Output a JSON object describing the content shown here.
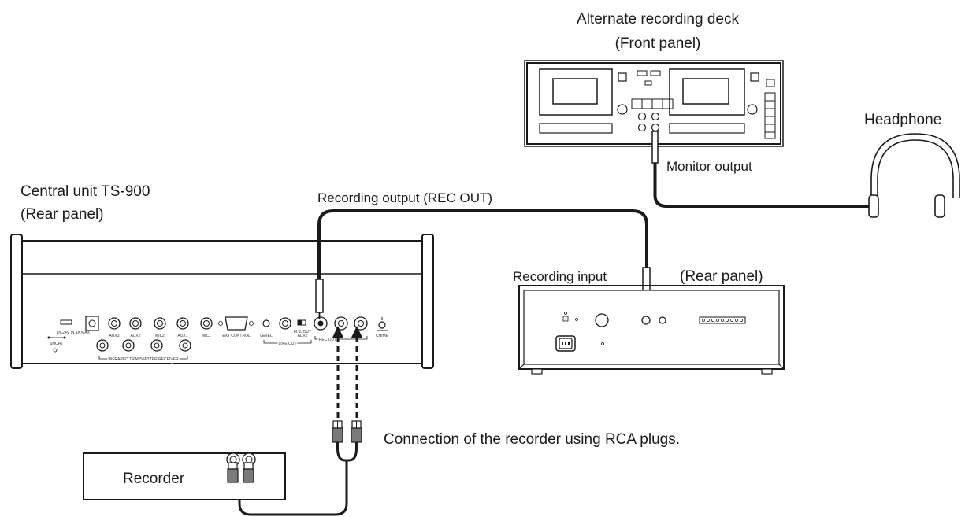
{
  "labels": {
    "alternate_deck": "Alternate recording deck",
    "front_panel": "(Front panel)",
    "headphone": "Headphone",
    "monitor_output": "Monitor output",
    "central_unit": "Central unit  TS-900",
    "rear_panel_central": "(Rear panel)",
    "recording_output": "Recording output (REC OUT)",
    "recording_input": "Recording input",
    "rear_panel_deck": "(Rear panel)",
    "rca_connection": "Connection of the recorder using RCA plugs.",
    "recorder": "Recorder"
  },
  "central_unit_panel": {
    "jacks_top": [
      "AUX3",
      "AUX2",
      "MIC2",
      "AUX1",
      "MIC1"
    ],
    "ext_control": "EXT CONTROL",
    "level": "LEVEL",
    "line_out": "LINE OUT",
    "mix_out": "M.S. OUT",
    "aux2_switch": "AUX2",
    "rec_out": "REC OUT",
    "chime": "CHIME",
    "short": "SHORT",
    "infrared": "INFRARED TRANSMITTER/RECEIVER",
    "power": "DC24V IN 1A MAX"
  }
}
